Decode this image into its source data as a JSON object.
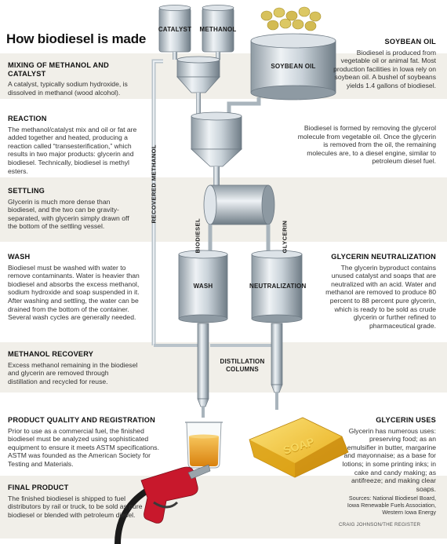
{
  "title": "How biodiesel is made",
  "steps": {
    "mixing": {
      "heading": "MIXING OF METHANOL AND CATALYST",
      "text": "A catalyst, typically sodium hydroxide, is dissolved in methanol (wood alcohol)."
    },
    "reaction": {
      "heading": "REACTION",
      "text": "The methanol/catalyst mix and oil or fat are added together and heated, producing a reaction called “transesterification,” which results in two major products: glycerin and biodiesel. Technically, biodiesel is methyl esters."
    },
    "settling": {
      "heading": "SETTLING",
      "text": "Glycerin is much more dense than biodiesel, and the two can be gravity-separated, with glycerin simply drawn off the bottom of the settling vessel."
    },
    "wash": {
      "heading": "WASH",
      "text": "Biodiesel must be washed with water to remove contaminants. Water is heavier than biodiesel and absorbs the excess methanol, sodium hydroxide and soap suspended in it. After washing and settling, the water can be drained from the bottom of the container. Several wash cycles are generally needed."
    },
    "recovery": {
      "heading": "METHANOL RECOVERY",
      "text": "Excess methanol remaining in the biodiesel and glycerin are removed through distillation and recycled for reuse."
    },
    "quality": {
      "heading": "PRODUCT QUALITY AND REGISTRATION",
      "text": "Prior to use as a commercial fuel, the finished biodiesel must be analyzed using sophisticated equipment to ensure it meets ASTM specifications. ASTM was founded as the American Society for Testing and Materials."
    },
    "final": {
      "heading": "FINAL PRODUCT",
      "text": "The finished biodiesel is shipped to fuel distributors by rail or truck, to be sold as pure biodiesel or blended with petroleum diesel."
    }
  },
  "right": {
    "soybean": {
      "heading": "SOYBEAN OIL",
      "text": "Biodiesel is produced from vegetable oil or animal fat. Most production facilities in Iowa rely on soybean oil. A bushel of soybeans yields 1.4 gallons of biodiesel."
    },
    "glycerol": {
      "text": "Biodiesel is formed by removing the glycerol molecule from vegetable oil. Once the glycerin is removed from the oil, the remaining molecules are, to a diesel engine, similar to petroleum diesel fuel."
    },
    "neutralization": {
      "heading": "GLYCERIN NEUTRALIZATION",
      "text": "The glycerin byproduct contains unused catalyst and soaps that are neutralized with an acid. Water and methanol are removed to produce 80 percent to 88 percent pure glycerin, which is ready to be sold as crude glycerin or further refined to pharmaceutical grade."
    },
    "uses": {
      "heading": "GLYCERIN USES",
      "text": "Glycerin has numerous uses: preserving food; as an emulsifier in butter, margarine and mayonnaise; as a base for lotions; in some printing inks; in cake and candy making; as antifreeze; and making clear soaps."
    }
  },
  "labels": {
    "catalyst": "CATALYST",
    "methanol": "METHANOL",
    "soybean_oil": "SOYBEAN OIL",
    "recovered_methanol": "RECOVERED METHANOL",
    "biodiesel": "BIODIESEL",
    "glycerin": "GLYCERIN",
    "wash": "WASH",
    "neutralization": "NEUTRALIZATION",
    "distillation": "DISTILLATION",
    "columns": "COLUMNS",
    "soap": "SOAP"
  },
  "sources": "Sources: National Biodiesel Board, Iowa Renewable Fuels Association, Western Iowa Energy",
  "credit": "CRAIG JOHNSON/THE REGISTER",
  "colors": {
    "band": "#f1efe9",
    "steel_light": "#e9eef2",
    "steel_dark": "#7f8c96",
    "fuel": "#e59a1c",
    "soap": "#f1c12e",
    "nozzle": "#c8182c"
  }
}
